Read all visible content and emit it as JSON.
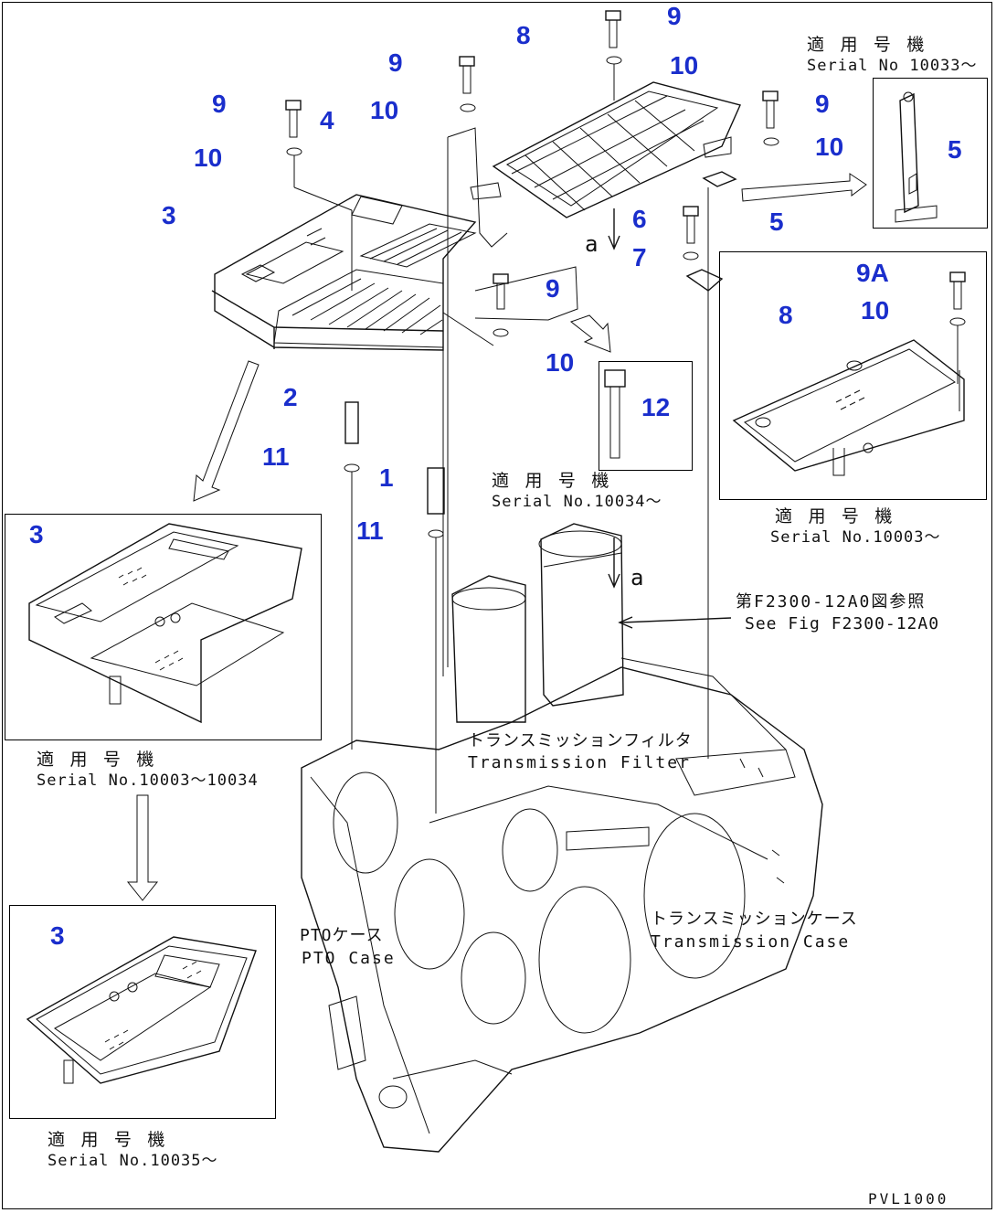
{
  "callouts": [
    {
      "id": "c9a",
      "label": "9"
    },
    {
      "id": "c8a",
      "label": "8"
    },
    {
      "id": "c9b",
      "label": "9"
    },
    {
      "id": "c10a",
      "label": "10"
    },
    {
      "id": "c10b",
      "label": "10"
    },
    {
      "id": "c9c",
      "label": "9"
    },
    {
      "id": "c4",
      "label": "4"
    },
    {
      "id": "c9d",
      "label": "9"
    },
    {
      "id": "c10c",
      "label": "10"
    },
    {
      "id": "c10d",
      "label": "10"
    },
    {
      "id": "c5a",
      "label": "5"
    },
    {
      "id": "c3a",
      "label": "3"
    },
    {
      "id": "c6",
      "label": "6"
    },
    {
      "id": "c5b",
      "label": "5"
    },
    {
      "id": "c7",
      "label": "7"
    },
    {
      "id": "c9e",
      "label": "9"
    },
    {
      "id": "c9A",
      "label": "9A"
    },
    {
      "id": "c10e",
      "label": "10"
    },
    {
      "id": "c8b",
      "label": "8"
    },
    {
      "id": "c10f",
      "label": "10"
    },
    {
      "id": "c12",
      "label": "12"
    },
    {
      "id": "c2",
      "label": "2"
    },
    {
      "id": "c11a",
      "label": "11"
    },
    {
      "id": "c1",
      "label": "1"
    },
    {
      "id": "c11b",
      "label": "11"
    },
    {
      "id": "c3b",
      "label": "3"
    },
    {
      "id": "c3c",
      "label": "3"
    }
  ],
  "notes": {
    "serial_10033_jp": "適 用 号 機",
    "serial_10033_en": "Serial No 10033～",
    "serial_10034_jp": "適 用 号 機",
    "serial_10034_en": "Serial No.10034～",
    "serial_10003_jp": "適 用 号 機",
    "serial_10003_en": "Serial No.10003～",
    "serial_range_jp": "適 用 号 機",
    "serial_range_en": "Serial No.10003～10034",
    "serial_10035_jp": "適 用 号 機",
    "serial_10035_en": "Serial No.10035～"
  },
  "view_marker": "a",
  "refs": {
    "fig_jp": "第F2300-12A0図参照",
    "fig_en": "See Fig F2300-12A0",
    "filter_jp": "トランスミッションフィルタ",
    "filter_en": "Transmission Filter",
    "tcase_jp": "トランスミッションケース",
    "tcase_en": "Transmission Case",
    "pto_jp": "PTOケース",
    "pto_en": "PTO Case"
  },
  "drawing_id": "PVL1000"
}
